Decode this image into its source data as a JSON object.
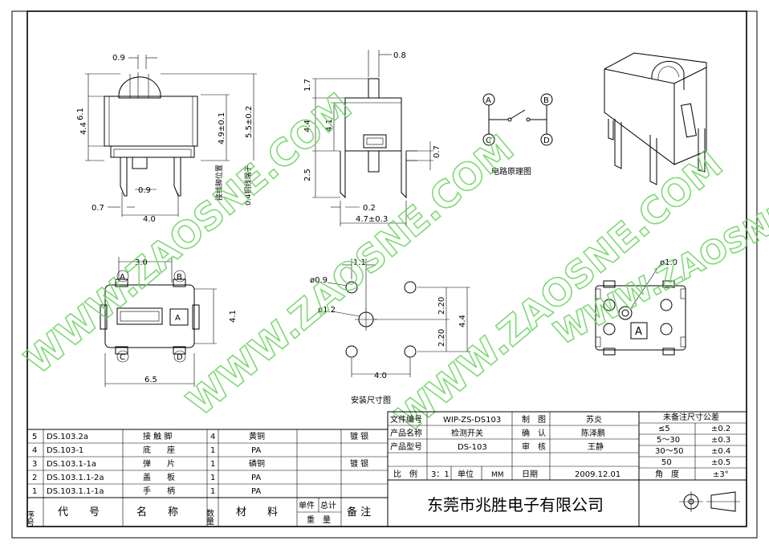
{
  "dims": {
    "front": {
      "d09_top": "0.9",
      "d61": "6.1",
      "d44": "4.4",
      "d49": "4.9±0.1",
      "d55": "5.5±0.2",
      "d09_bot": "0.9",
      "d07": "0.7",
      "d40": "4.0",
      "v1": "接线脚位置",
      "v2": "0.4铜线端子"
    },
    "side": {
      "d08": "0.8",
      "d17": "1.7",
      "d44": "4.4",
      "d41": "4.1",
      "d25": "2.5",
      "d07": "0.7",
      "d02": "0.2",
      "d47": "4.7±0.3"
    },
    "top": {
      "d30": "3.0",
      "d41": "4.1",
      "d65": "6.5",
      "A": "A",
      "B": "B",
      "C": "C",
      "D": "D",
      "boxA": "A"
    },
    "pcb": {
      "d11": "1.1",
      "d09": "ø0.9",
      "d12": "ø1.2",
      "d220a": "2.20",
      "d220b": "2.20",
      "d44": "4.4",
      "d40": "4.0",
      "title": "安装尺寸图"
    },
    "circuit": {
      "A": "A",
      "B": "B",
      "C": "C",
      "D": "D",
      "title": "电路原理图"
    },
    "bottom": {
      "d10": "ø1.0",
      "boxA": "A"
    }
  },
  "parts": [
    {
      "no": "5",
      "code": "DS.103.2a",
      "name": "接 触 脚",
      "qty": "4",
      "material": "黄铜",
      "note": "镀 银"
    },
    {
      "no": "4",
      "code": "DS.103-1",
      "name": "底　　座",
      "qty": "1",
      "material": "PA",
      "note": ""
    },
    {
      "no": "3",
      "code": "DS.103.1-1a",
      "name": "弹　　片",
      "qty": "1",
      "material": "磷铜",
      "note": "镀 银"
    },
    {
      "no": "2",
      "code": "DS.103.1.1-2a",
      "name": "盖　　板",
      "qty": "1",
      "material": "PA",
      "note": ""
    },
    {
      "no": "1",
      "code": "DS.103.1.1-1a",
      "name": "手　　柄",
      "qty": "1",
      "material": "PA",
      "note": ""
    }
  ],
  "parts_header": {
    "no": "序号",
    "code": "代　　号",
    "name": "名　　称",
    "qty": "数量",
    "material": "材　　料",
    "unit": "单件",
    "total": "总计",
    "weight": "重　量",
    "note": "备 注"
  },
  "titleblock": {
    "file_no_label": "文件编号",
    "file_no": "WIP-ZS-DS103",
    "drawn_label": "制　图",
    "drawn": "苏炎",
    "product_name_label": "产品名称",
    "product_name": "检测开关",
    "check_label": "确　认",
    "check": "陈泽鹏",
    "model_label": "产品型号",
    "model": "DS-103",
    "review_label": "审　核",
    "review": "王静",
    "scale_label": "比　例",
    "scale": "3：1",
    "unit_label": "单位",
    "unit": "MM",
    "date_label": "日期",
    "date": "2009.12.01",
    "company": "东莞市兆胜电子有限公司"
  },
  "tolerance": {
    "title": "未备注尺寸公差",
    "rows": [
      [
        "≤5",
        "±0.2"
      ],
      [
        "5～30",
        "±0.3"
      ],
      [
        "30～50",
        "±0.4"
      ],
      [
        "50",
        "±0.5"
      ],
      [
        "角　度",
        "±3°"
      ]
    ]
  },
  "watermark": {
    "t1": "WWW.ZAOSNE.COM",
    "t2": "WWW.ZAOSNE.COM",
    "t3": "WWW.ZAOSNE.COM",
    "t4": "WWW.ZAOSNE.COM"
  }
}
